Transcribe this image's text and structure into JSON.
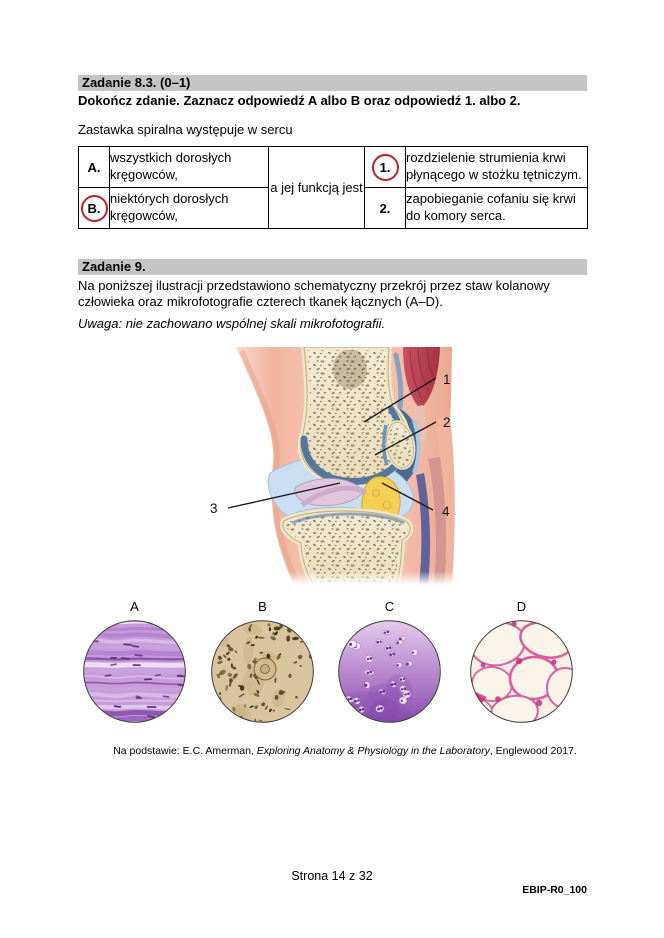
{
  "task83": {
    "header": "Zadanie 8.3. (0–1)",
    "instruction": "Dokończ zdanie. Zaznacz odpowiedź A albo B oraz odpowiedź 1. albo 2.",
    "stem": "Zastawka spiralna występuje w sercu",
    "table": {
      "middle": "a jej funkcją jest",
      "left": [
        {
          "label": "A.",
          "text": "wszystkich dorosłych kręgowców,",
          "circled": false
        },
        {
          "label": "B.",
          "text": "niektórych dorosłych kręgowców,",
          "circled": true
        }
      ],
      "right": [
        {
          "label": "1.",
          "text": "rozdzielenie strumienia krwi płynącego w stożku tętniczym.",
          "circled": true
        },
        {
          "label": "2.",
          "text": "zapobieganie cofaniu się krwi do komory serca.",
          "circled": false
        }
      ]
    }
  },
  "task9": {
    "header": "Zadanie 9.",
    "paragraph": "Na poniższej ilustracji przedstawiono schematyczny przekrój przez staw kolanowy człowieka oraz mikrofotografie czterech tkanek łącznych (A–D).",
    "note": "Uwaga: nie zachowano wspólnej skali mikrofotografii.",
    "diagram_labels": [
      "1",
      "2",
      "3",
      "4"
    ],
    "micrograph_labels": [
      "A",
      "B",
      "C",
      "D"
    ],
    "citation": {
      "prefix": "Na podstawie: E.C. Amerman, ",
      "title": "Exploring Anatomy & Physiology in the Laboratory",
      "suffix": ", Englewood 2017."
    }
  },
  "footer": {
    "page": "Strona 14 z 32",
    "code": "EBIP-R0_100"
  },
  "colors": {
    "header_bar": "#c5c5c5",
    "answer_circle": "#c22027"
  }
}
